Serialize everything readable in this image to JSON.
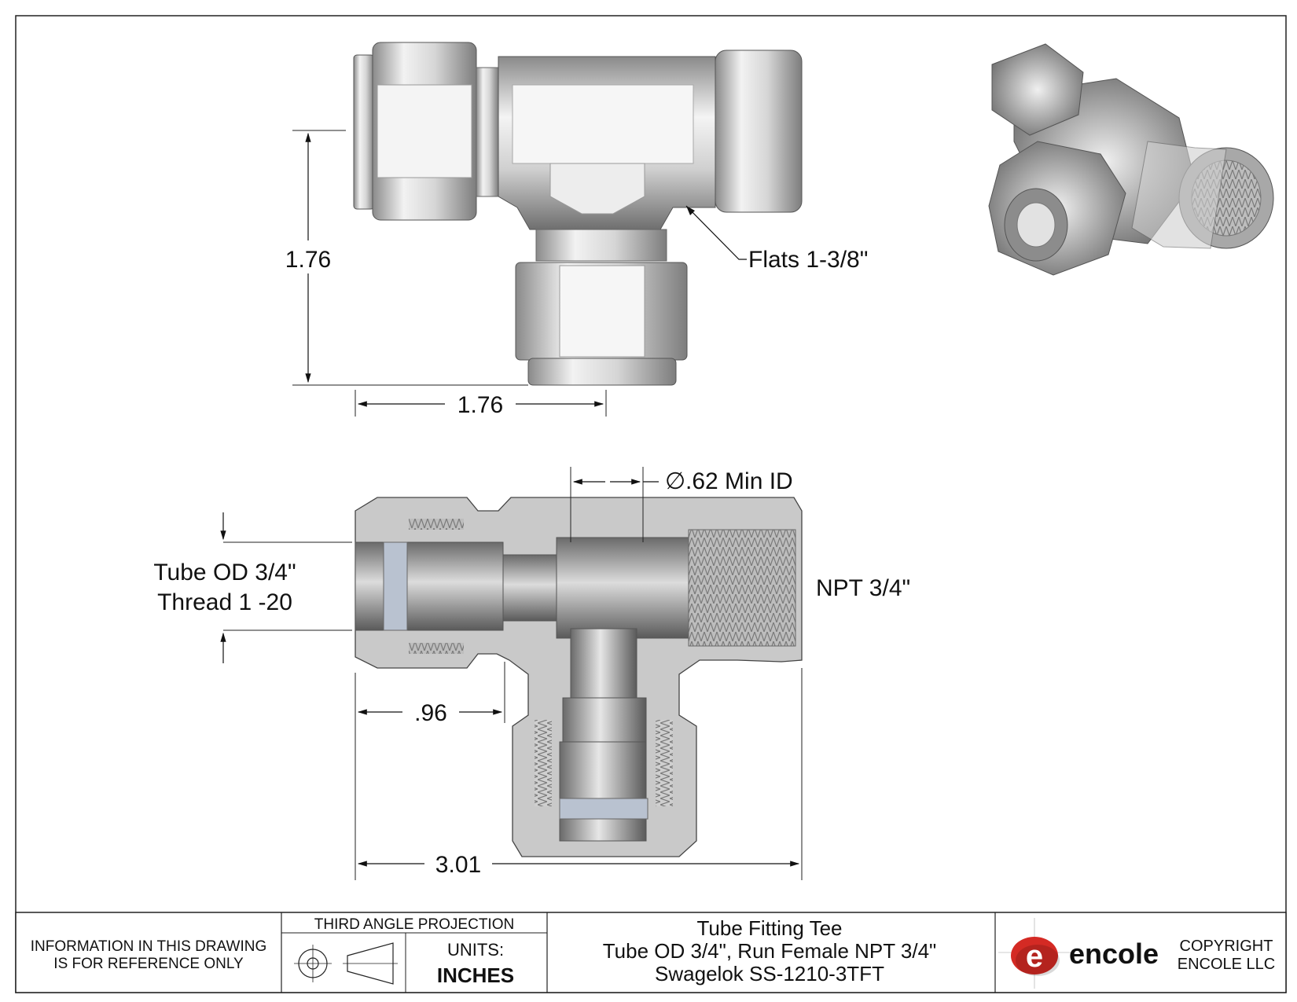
{
  "dimensions": {
    "top_height": "1.76",
    "top_width": "1.76",
    "flats": "Flats 1-3/8\"",
    "min_id_symbol": "∅",
    "min_id": ".62 Min ID",
    "tube_od": "Tube OD 3/4\"",
    "thread": "Thread 1 -20",
    "npt": "NPT 3/4\"",
    "offset": ".96",
    "overall": "3.01"
  },
  "title_block": {
    "info_line1": "INFORMATION IN THIS DRAWING",
    "info_line2": "IS FOR REFERENCE ONLY",
    "projection": "THIRD ANGLE PROJECTION",
    "units_label": "UNITS:",
    "units_value": "INCHES",
    "title_line1": "Tube Fitting Tee",
    "title_line2": "Tube OD 3/4\", Run Female NPT 3/4\"",
    "title_line3": "Swagelok SS-1210-3TFT",
    "logo_letter": "e",
    "logo_text": "encole",
    "copyright1": "COPYRIGHT",
    "copyright2": "ENCOLE  LLC"
  },
  "colors": {
    "logo_red": "#d42a24",
    "metal_light": "#ececec",
    "metal_dark": "#7a7a7a",
    "section_fill": "#c8c8c8"
  }
}
